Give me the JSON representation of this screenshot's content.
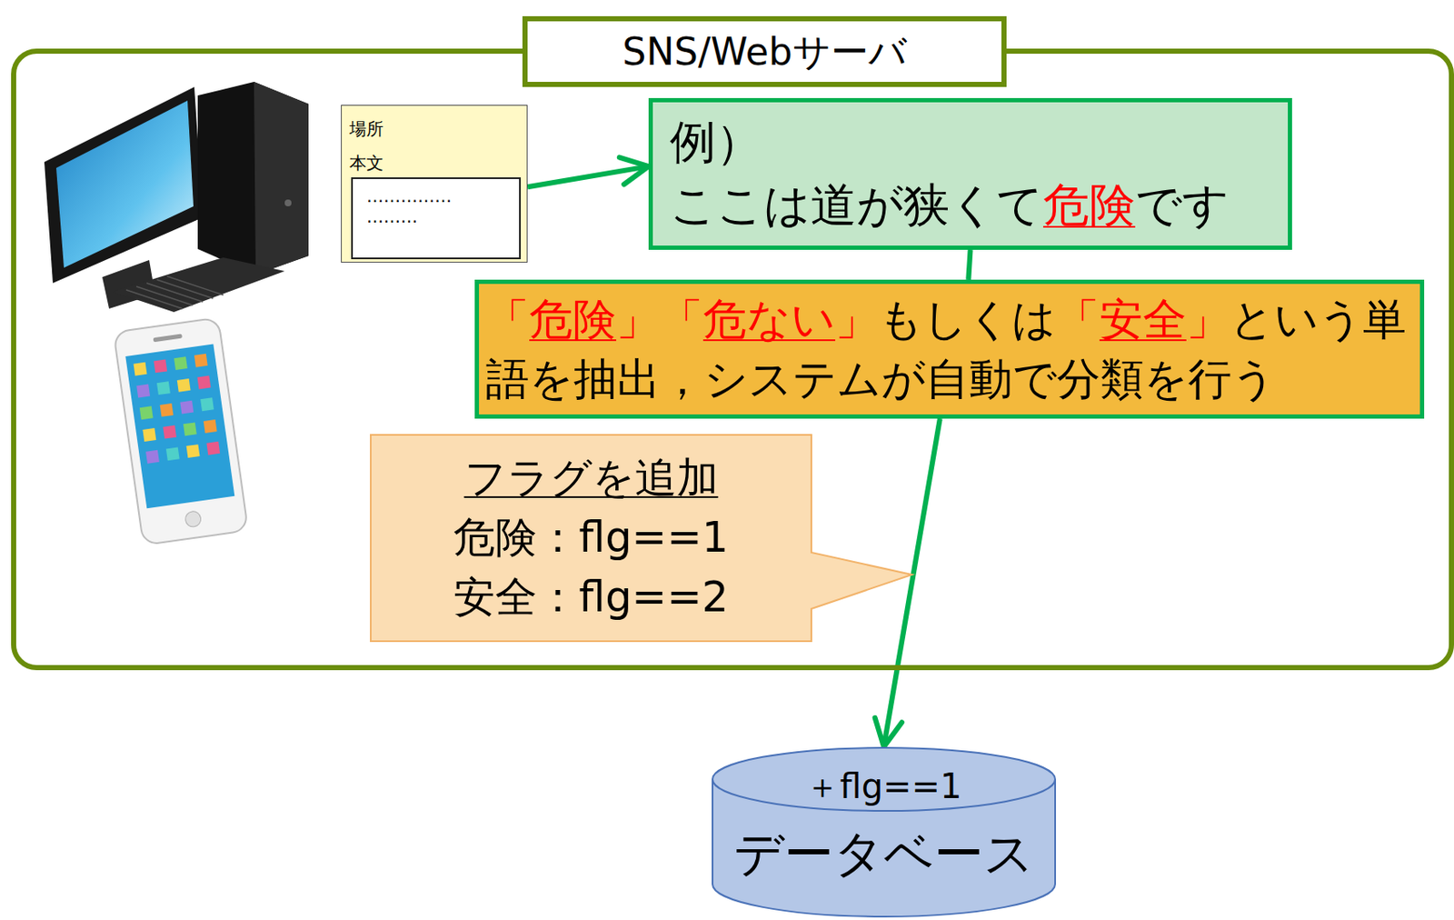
{
  "diagram": {
    "nodes": [
      {
        "text": [
          "SNS/Webサーバ"
        ]
      },
      {
        "text": [
          "場所",
          "本文"
        ],
        "in": 0
      },
      {
        "text": [
          "…………… ………"
        ],
        "in": 1
      },
      {
        "text": [
          "例）",
          "ここは道が狭くて危険です"
        ],
        "in": 0
      },
      {
        "text": [
          "「危険」「危ない」もしくは「安全」という単語を抽出，システムが自動で分類を行う"
        ],
        "in": 0
      },
      {
        "text": [
          "フラグを追加",
          "危険：flg==1",
          "安全：flg==2"
        ],
        "in": 0
      },
      {
        "text": [
          "＋flg==1",
          "データベース"
        ]
      }
    ],
    "edges": [
      {
        "from": 1,
        "to": 3,
        "arrow": "to"
      },
      {
        "from": 3,
        "to": 4,
        "arrow": "none"
      },
      {
        "from": 4,
        "to": 6,
        "arrow": "to"
      }
    ]
  }
}
